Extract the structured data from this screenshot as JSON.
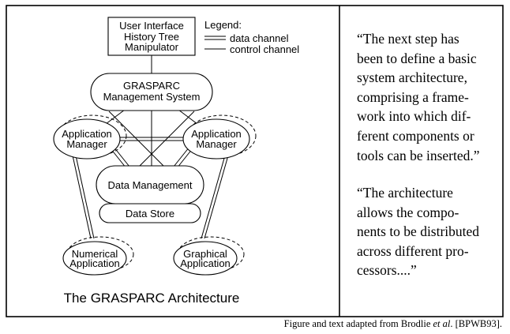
{
  "diagram": {
    "title": "The GRASPARC Architecture",
    "ui_box": [
      "User Interface",
      "History Tree",
      "Manipulator"
    ],
    "legend": {
      "heading": "Legend:",
      "data_channel": "data channel",
      "control_channel": "control channel"
    },
    "management": [
      "GRASPARC",
      "Management System"
    ],
    "app_manager_left": [
      "Application",
      "Manager"
    ],
    "app_manager_right": [
      "Application",
      "Manager"
    ],
    "data_management": "Data Management",
    "data_store": "Data Store",
    "numerical_app": [
      "Numerical",
      "Application"
    ],
    "graphical_app": [
      "Graphical",
      "Application"
    ]
  },
  "quotes": {
    "quote1": [
      "“The next step has",
      "been to define a basic",
      "system architecture,",
      "comprising a frame-",
      "work into which dif-",
      "ferent components or",
      "tools can be inserted.”"
    ],
    "quote2": [
      "“The architecture",
      "allows the compo-",
      "nents to be distributed",
      "across different pro-",
      "cessors....”"
    ]
  },
  "caption": {
    "pre": "Figure and text adapted from Brodlie ",
    "etal": "et al",
    "post": ". [BPWB93]."
  }
}
